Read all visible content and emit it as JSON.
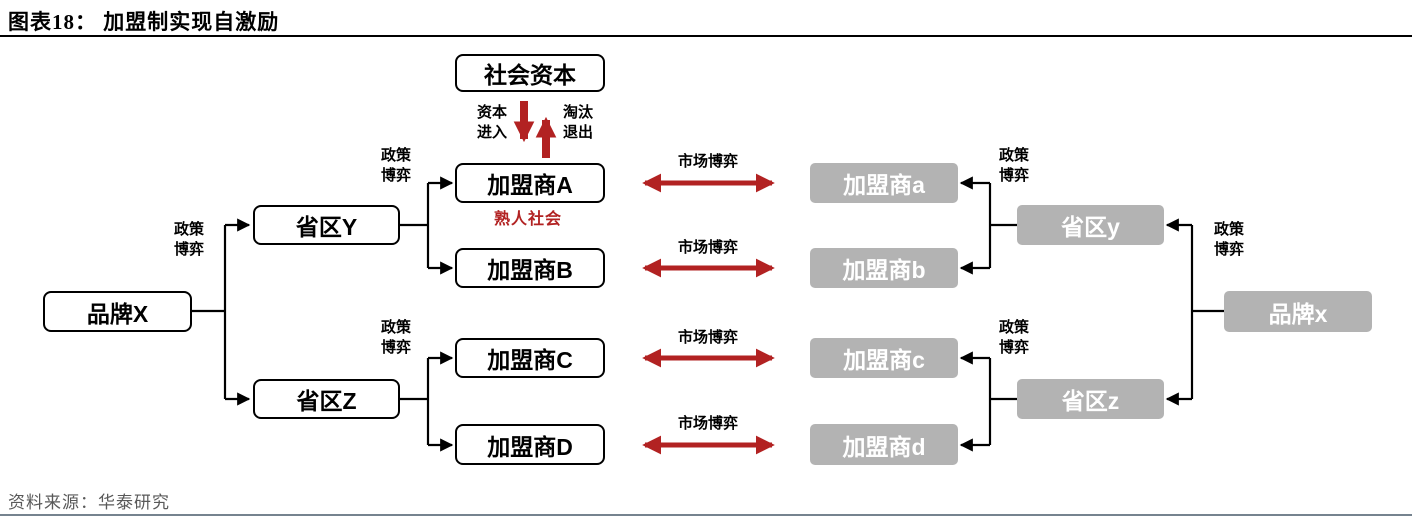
{
  "title": "图表18：  加盟制实现自激励",
  "source": "资料来源：华泰研究",
  "nodes": {
    "social_capital": "社会资本",
    "brand_X": "品牌X",
    "province_Y": "省区Y",
    "province_Z": "省区Z",
    "franchisee_A": "加盟商A",
    "franchisee_B": "加盟商B",
    "franchisee_C": "加盟商C",
    "franchisee_D": "加盟商D",
    "franchisee_a": "加盟商a",
    "franchisee_b": "加盟商b",
    "franchisee_c": "加盟商c",
    "franchisee_d": "加盟商d",
    "province_y": "省区y",
    "province_z": "省区z",
    "brand_x": "品牌x"
  },
  "labels": {
    "policy_game": "政策\n博弈",
    "market_game": "市场博弈",
    "capital_entry": "资本\n进入",
    "elimination_exit": "淘汰\n退出",
    "acquaintance_society": "熟人社会"
  },
  "colors": {
    "arrow_red": "#B22222",
    "gray_box": "#B3B3B3",
    "source_gray": "#595959",
    "top_rule": "#000000",
    "bottom_rule": "#76838F"
  }
}
